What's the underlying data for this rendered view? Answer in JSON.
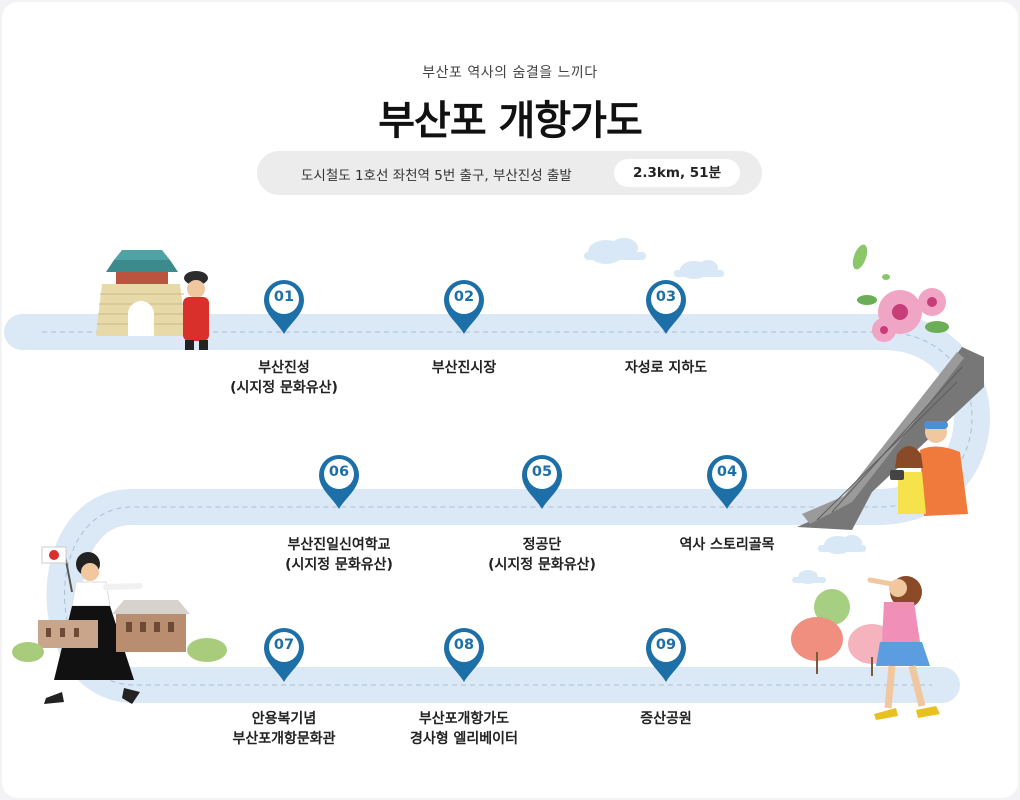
{
  "header": {
    "subtitle": "부산포 역사의 숨결을 느끼다",
    "title": "부산포 개항가도"
  },
  "route": {
    "description": "도시철도 1호선 좌천역 5번 출구, 부산진성 출발",
    "distance": "2.3km, 51분"
  },
  "stops": [
    {
      "number": "01",
      "line1": "부산진성",
      "line2": "(시지정 문화유산)"
    },
    {
      "number": "02",
      "line1": "부산진시장",
      "line2": ""
    },
    {
      "number": "03",
      "line1": "자성로 지하도",
      "line2": ""
    },
    {
      "number": "04",
      "line1": "역사 스토리골목",
      "line2": ""
    },
    {
      "number": "05",
      "line1": "정공단",
      "line2": "(시지정 문화유산)"
    },
    {
      "number": "06",
      "line1": "부산진일신여학교",
      "line2": "(시지정 문화유산)"
    },
    {
      "number": "07",
      "line1": "안용복기념",
      "line2": "부산포개항문화관"
    },
    {
      "number": "08",
      "line1": "부산포개항가도",
      "line2": "경사형 엘리베이터"
    },
    {
      "number": "09",
      "line1": "증산공원",
      "line2": ""
    }
  ],
  "colors": {
    "pin_blue": "#1d6fa8",
    "road": "#dbe8f5"
  }
}
